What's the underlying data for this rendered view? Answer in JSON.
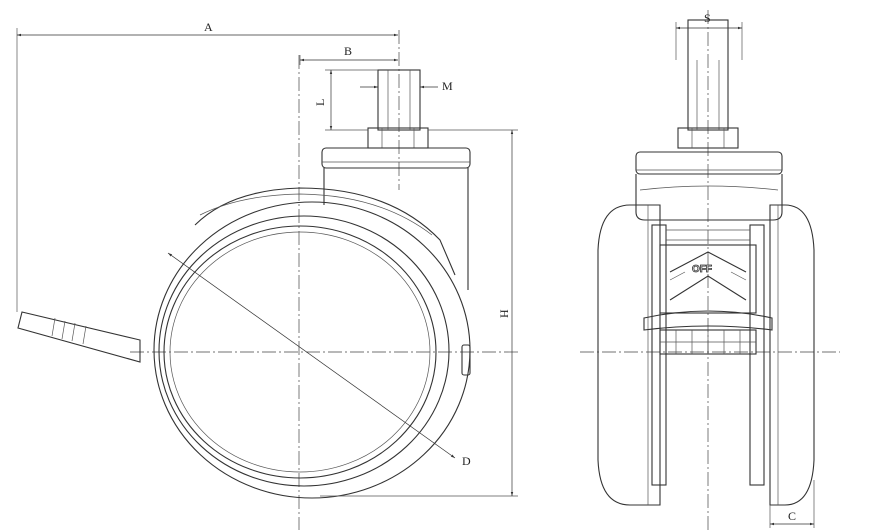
{
  "title": "Caster wheel dimension drawing",
  "dimensions": {
    "a": "A",
    "b": "B",
    "m": "M",
    "l": "L",
    "h": "H",
    "d": "D",
    "s": "S",
    "c": "C"
  },
  "brake_label": "OFF",
  "colors": {
    "line": "#333333",
    "background": "#ffffff"
  }
}
